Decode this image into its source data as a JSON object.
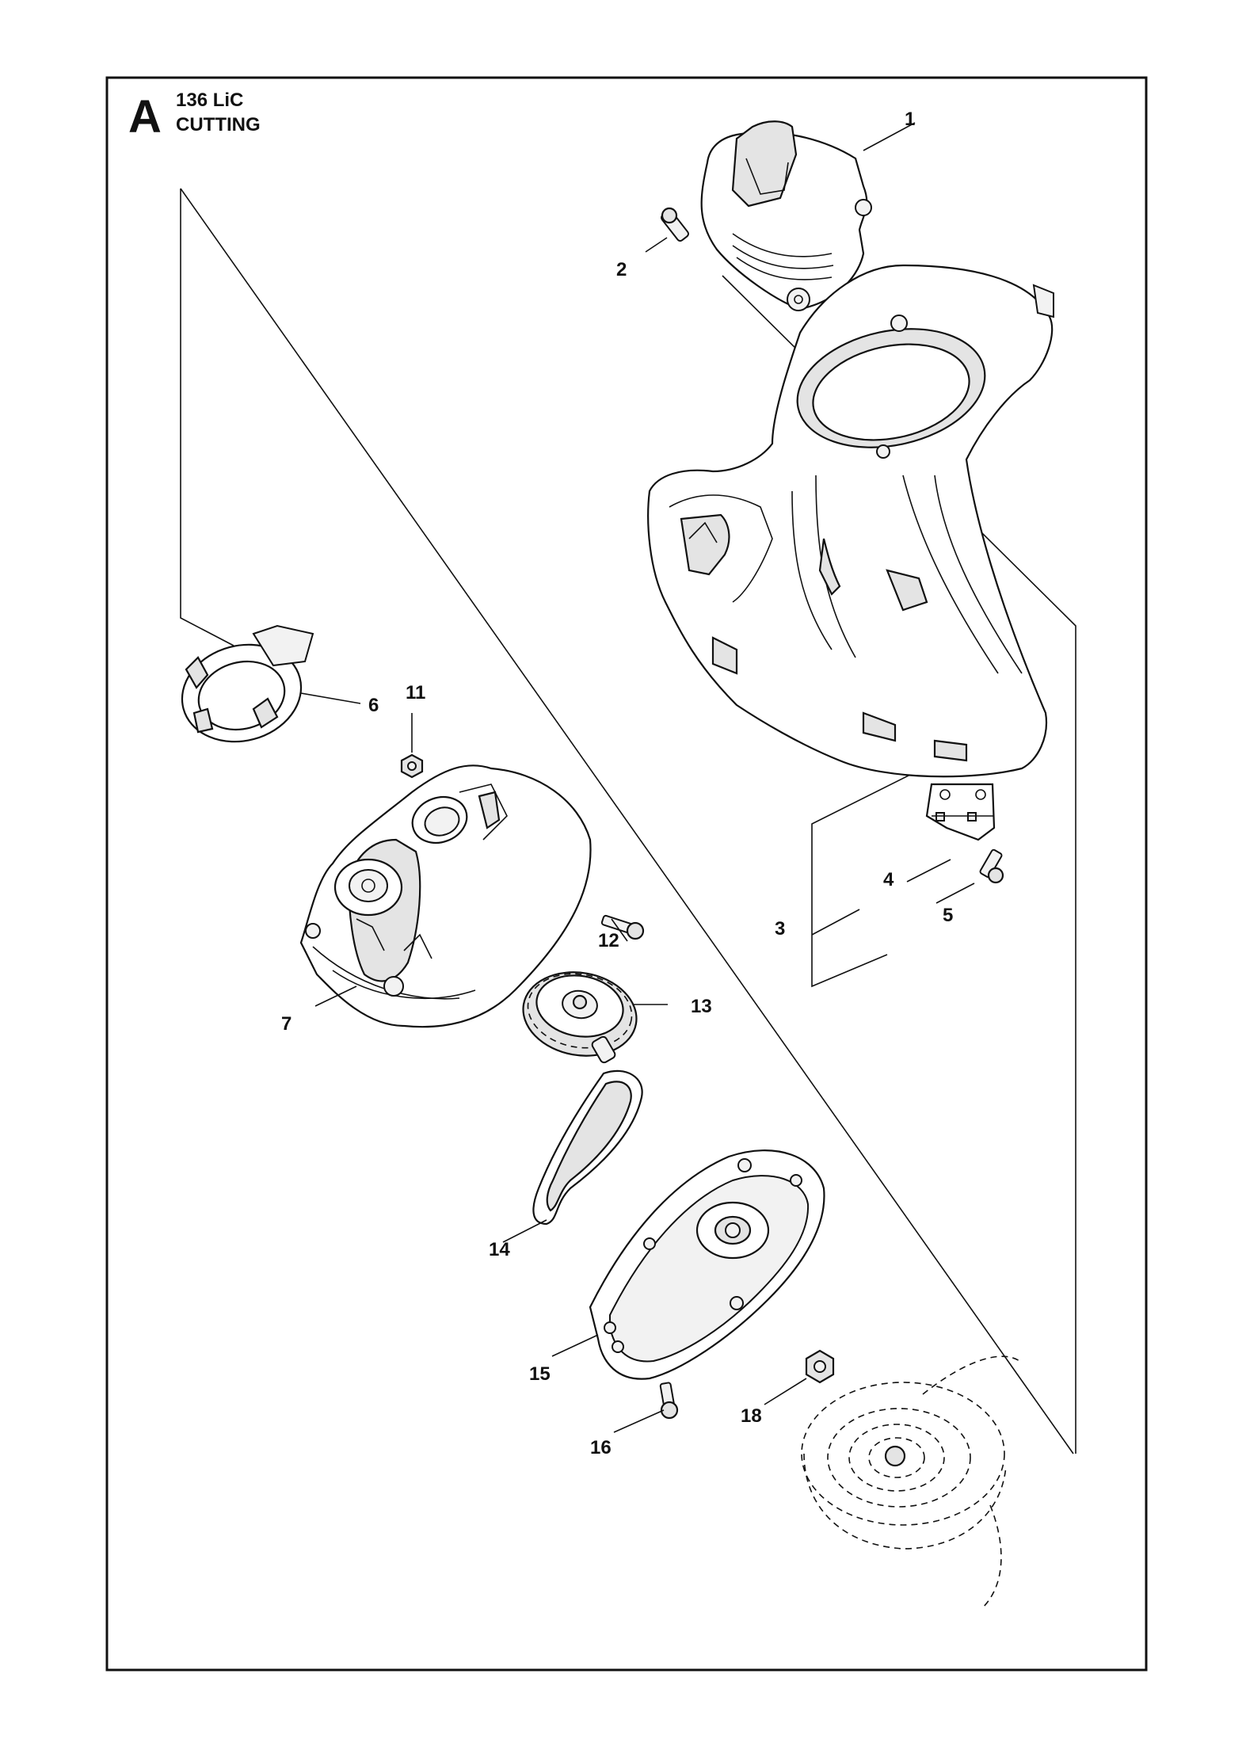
{
  "header": {
    "section_letter": "A",
    "model": "136 LiC",
    "group": "CUTTING"
  },
  "callouts": [
    {
      "id": "1",
      "label": "1"
    },
    {
      "id": "2",
      "label": "2"
    },
    {
      "id": "3",
      "label": "3"
    },
    {
      "id": "4",
      "label": "4"
    },
    {
      "id": "5",
      "label": "5"
    },
    {
      "id": "6",
      "label": "6"
    },
    {
      "id": "7",
      "label": "7"
    },
    {
      "id": "11",
      "label": "11"
    },
    {
      "id": "12",
      "label": "12"
    },
    {
      "id": "13",
      "label": "13"
    },
    {
      "id": "14",
      "label": "14"
    },
    {
      "id": "15",
      "label": "15"
    },
    {
      "id": "16",
      "label": "16"
    },
    {
      "id": "18",
      "label": "18"
    }
  ]
}
